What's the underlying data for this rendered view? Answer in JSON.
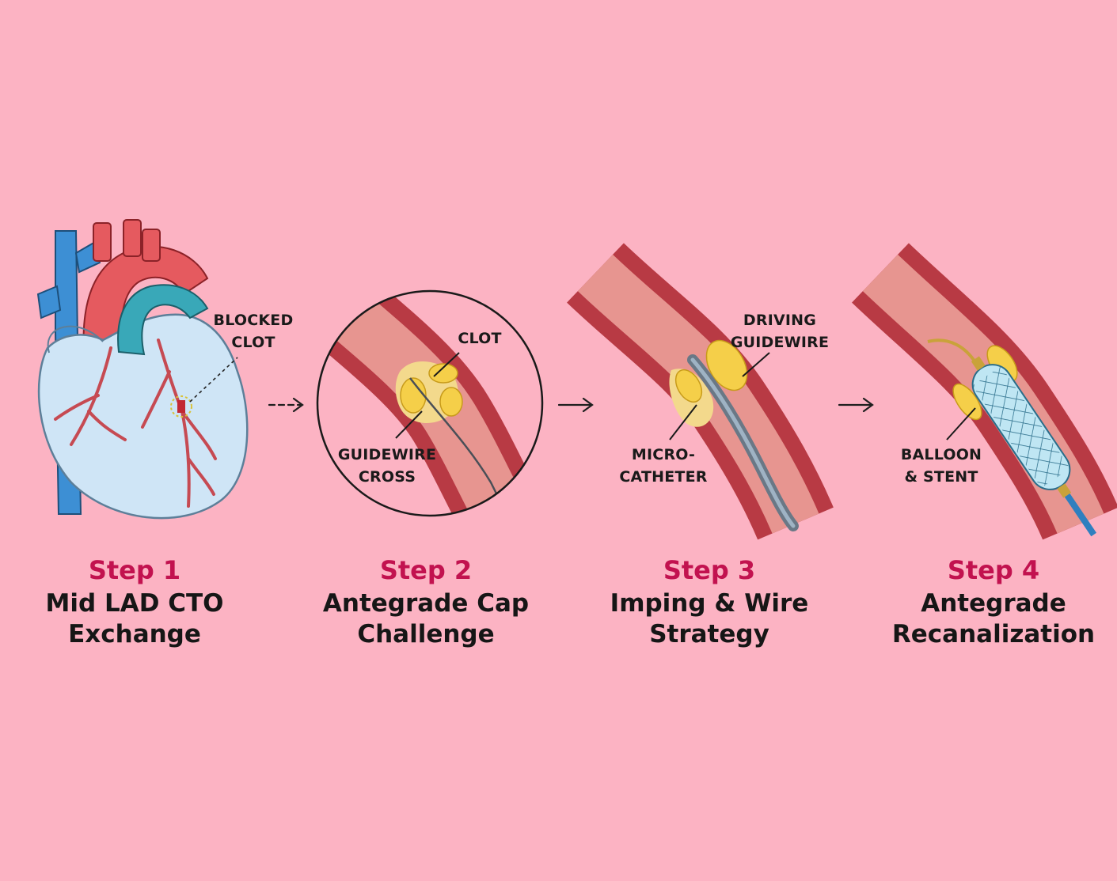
{
  "colors": {
    "background": "#fcb3c3",
    "step_accent": "#c2124f",
    "title_text": "#161616",
    "vessel_wall": "#b83a44",
    "vessel_lumen": "#e79590",
    "heart_body": "#cfe5f6",
    "artery_red": "#e55a5f",
    "vein_blue": "#3d8fd4",
    "plaque_yellow": "#f5cf49",
    "stent_blue": "#bfe6f3"
  },
  "icons": [
    "heart-illustration",
    "vessel-clot-zoom",
    "vessel-microcatheter",
    "vessel-balloon-stent",
    "arrow-right-icon"
  ],
  "steps": [
    {
      "label": "Step 1",
      "title": "Mid LAD CTO\nExchange",
      "callouts": [
        "BLOCKED",
        "CLOT"
      ]
    },
    {
      "label": "Step 2",
      "title": "Antegrade Cap\nChallenge",
      "callouts": [
        "CLOT",
        "GUIDEWIRE",
        "CROSS"
      ]
    },
    {
      "label": "Step 3",
      "title": "Imping & Wire\nStrategy",
      "callouts": [
        "DRIVING",
        "GUIDEWIRE",
        "MICRO-",
        "CATHETER"
      ]
    },
    {
      "label": "Step 4",
      "title": "Antegrade\nRecanalization",
      "callouts": [
        "BALLOON",
        "& STENT"
      ]
    }
  ]
}
